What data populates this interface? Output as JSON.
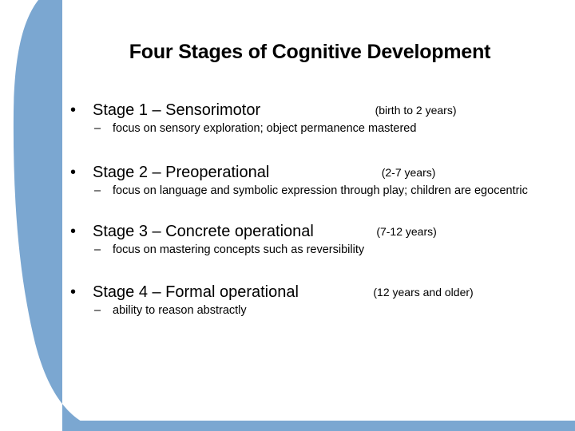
{
  "slide": {
    "title": "Four Stages of Cognitive Development",
    "background_color": "#FFFFFF",
    "accent_color": "#7BA7D1",
    "text_color": "#000000",
    "bullet_glyph": "•",
    "sub_bullet_glyph": "–",
    "stages": [
      {
        "label": "Stage 1 – Sensorimotor",
        "age": "(birth to 2 years)",
        "detail": "focus on sensory exploration; object permanence mastered"
      },
      {
        "label": "Stage 2 – Preoperational",
        "age": "(2-7 years)",
        "detail": "focus on language and symbolic expression through play; children are egocentric"
      },
      {
        "label": "Stage 3 – Concrete operational",
        "age": "(7-12 years)",
        "detail": "focus on mastering concepts such as reversibility"
      },
      {
        "label": "Stage 4 – Formal operational",
        "age": "(12 years and older)",
        "detail": "ability to reason abstractly"
      }
    ]
  }
}
